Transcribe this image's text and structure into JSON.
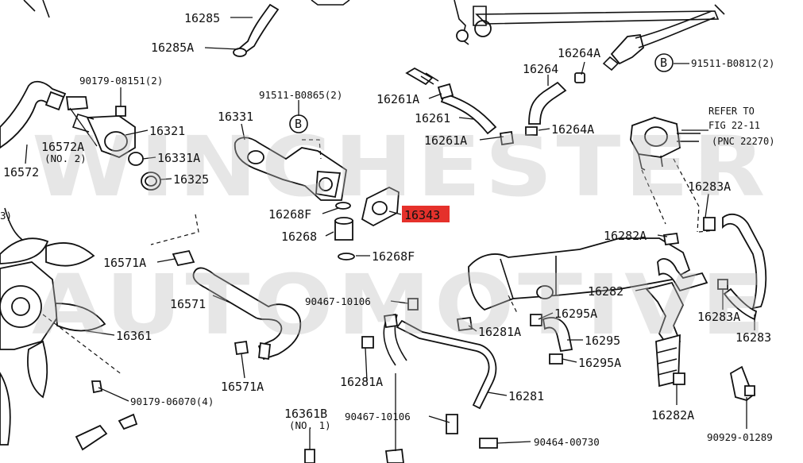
{
  "watermark": {
    "line1": "WINCHESTER",
    "line2": "AUTOMOTIVE"
  },
  "highlight_color": "#e5312b",
  "labels": {
    "p16285": "16285",
    "p16285A": "16285A",
    "p90179_08151": "90179-08151(2)",
    "p16572A": "16572A",
    "p16572A_sub": "(NO. 2)",
    "p16572": "16572",
    "p16321": "16321",
    "p16331A": "16331A",
    "p16325": "16325",
    "p91511_B0865": "91511-B0865(2)",
    "p16331": "16331",
    "p16261A_top": "16261A",
    "p16261": "16261",
    "p16261A_bot": "16261A",
    "p16264A_top": "16264A",
    "p16264": "16264",
    "p16264A_bot": "16264A",
    "p91511_B0812": "91511-B0812(2)",
    "refer1": "REFER TO",
    "refer2": "FIG 22-11",
    "refer3": "(PNC 22270)",
    "p16268F_top": "16268F",
    "p16268": "16268",
    "p16268F_bot": "16268F",
    "p16343": "16343",
    "p16283A_top": "16283A",
    "p16282A_top": "16282A",
    "p16571A_top": "16571A",
    "p16571": "16571",
    "p16361": "16361",
    "p16571A_bot": "16571A",
    "p90179_06070": "90179-06070(4)",
    "p90467_10106_top": "90467-10106",
    "p16281A_right": "16281A",
    "p16282": "16282",
    "p16295A_top": "16295A",
    "p16295": "16295",
    "p16295A_bot": "16295A",
    "p16283A_bot": "16283A",
    "p16283": "16283",
    "p16281A_left": "16281A",
    "p16281": "16281",
    "p16361B": "16361B",
    "p16361B_sub": "(NO. 1)",
    "p90467_10106_bot": "90467-10106",
    "p16282A_bot": "16282A",
    "p90464_00730": "90464-00730",
    "p90929_01289": "90929-01289",
    "p3": "3)",
    "bolt_b1": "B",
    "bolt_b2": "B"
  }
}
